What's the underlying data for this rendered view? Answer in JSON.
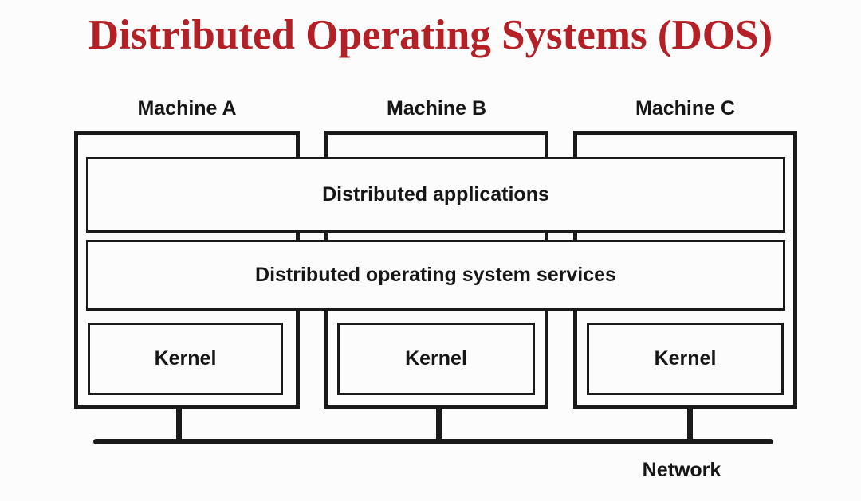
{
  "title": "Distributed Operating Systems (DOS)",
  "machines": [
    {
      "name": "Machine A",
      "kernel": "Kernel"
    },
    {
      "name": "Machine B",
      "kernel": "Kernel"
    },
    {
      "name": "Machine C",
      "kernel": "Kernel"
    }
  ],
  "shared_layers": {
    "applications": "Distributed applications",
    "services": "Distributed operating system services"
  },
  "network_label": "Network",
  "colors": {
    "title_red": "#b42025",
    "diagram_black": "#1a1a1a",
    "background": "#fcfcfc"
  }
}
